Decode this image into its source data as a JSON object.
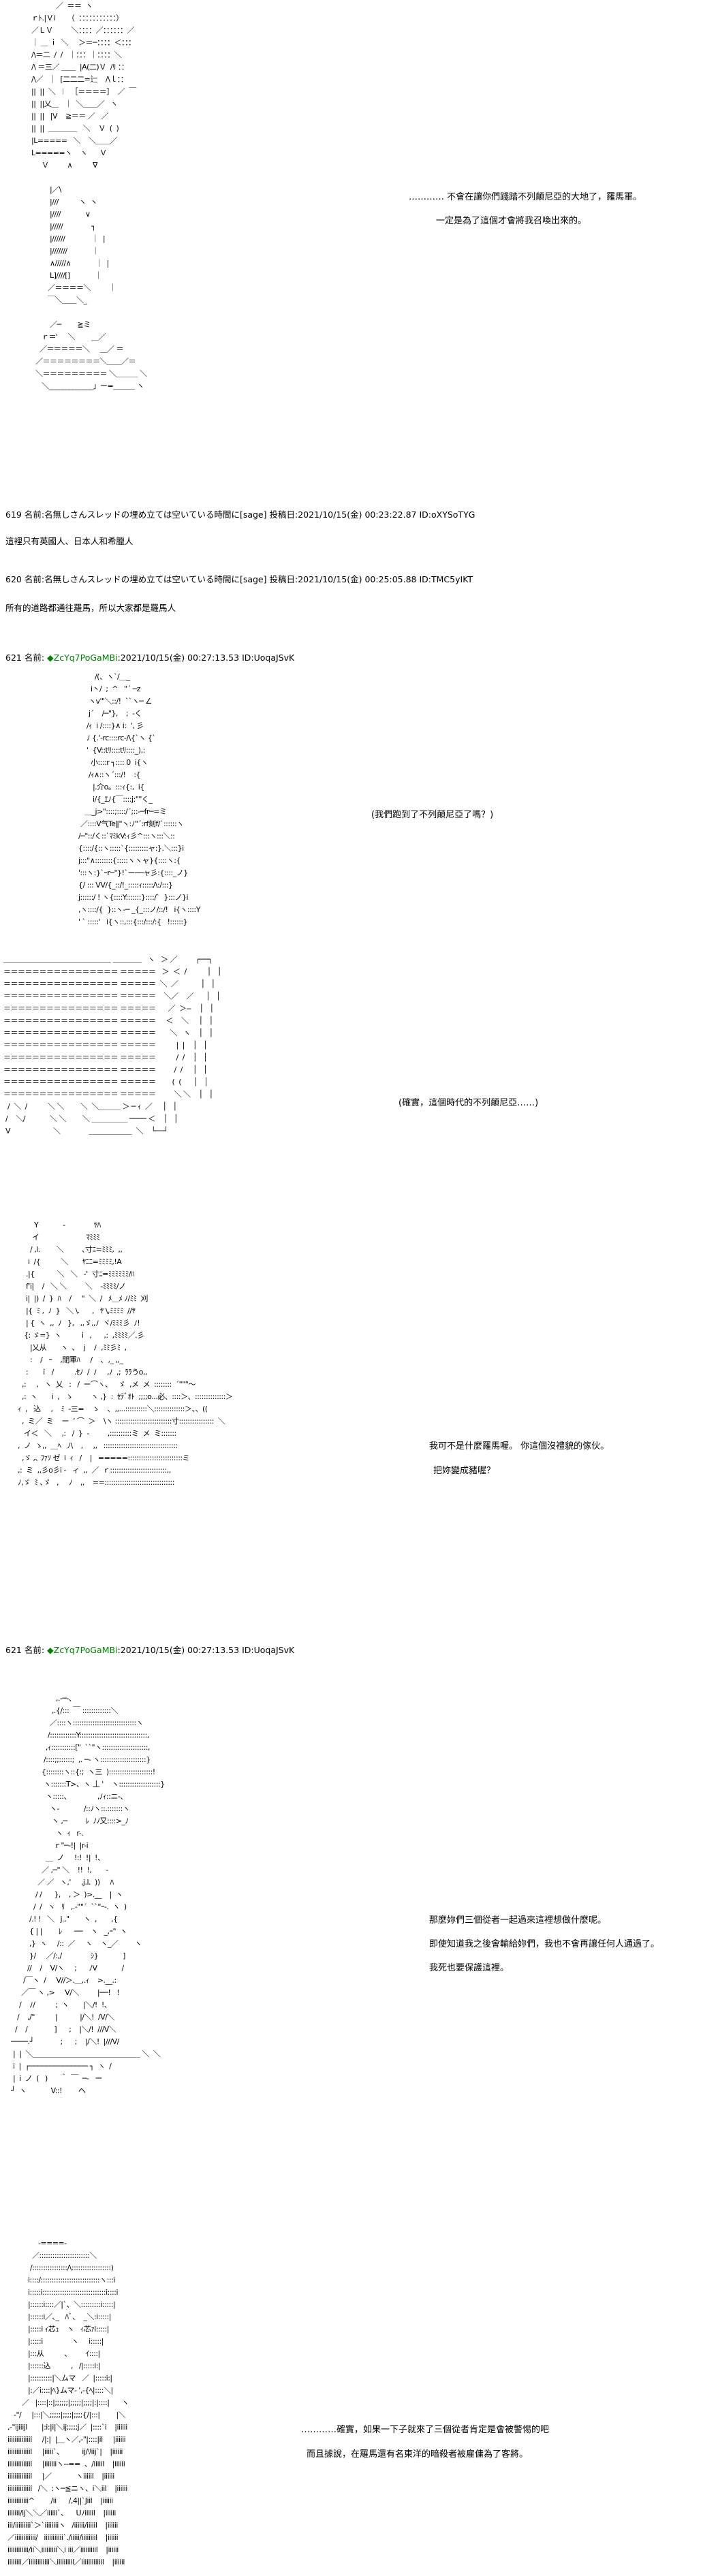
{
  "colors": {
    "trip": "#008000",
    "text": "#000000",
    "background": "#ffffff"
  },
  "aa": {
    "art1": [
      "              ／  ＝＝  ヽ",
      "  ｒﾄ.|Ｖi      （  ：：：：：：：：：：：）",
      "  ／ＬＶ         ＼：：：：／：：：：：：／",
      "  ｜ ＿ ｉ  ＼     ＞＝─：：：：＜：：：",
      "  /\\＝二  /  /   ｜：：：｜：：：：＼",
      "  /\\ ＝三／ ＿＿  |A(二)Ｖ  /ﾘ ：：",
      "  /\\／   ｜  [二二二=辷    /\\ｌ：：",
      "  ||  ||  ＼  ︱  ［＝＝＝＝］  ／  ￣",
      "  ||  ||乂＿   ｜  ＼＿＿／   ヽ",
      "  ||  ||   |V    ≧＝＝ ／   ／",
      "  ||  ||  ＿＿＿＿   ＼    Ｖ  (  )",
      "  |L=====   ＼    ＼＿＿／",
      "  L=====ヽ    ヽ      Ｖ",
      "       Ｖ         ∧          ∇",
      "",
      "           |／\\",
      "           |///          ヽ  ヽ",
      "           |////            ∨",
      "           |/////              ┐",
      "           |//////             ｜  |",
      "           |///////            ｜",
      "           ∧/////∧            ｜  |",
      "           L]////[]            ｜",
      "          ／＝＝＝＝＼         ｜",
      "          ￣＼＿＿＼_",
      "",
      "           ／─        ≧ミ",
      "       ｒ＝'     ＼        ＿／",
      "      ／＝＝＝＝＝＼     ＿／ ＝",
      "    ／＝＝＝＝＝＝＝＝＼＿＿／＝",
      "    ＼＝＝＝＝＝＝＝＝＝ ＼＿＿＿ ＼",
      "       ＼_____________」ー=＿＿＿ ヽ"
    ],
    "art2": [
      "             /(、ヽ`/＿_",
      "           i丶/  ;  ^   \"´ ─z",
      "          ヽv'\"＼::/!  ``ヽ─ ∠",
      "          j´    /─\"},    ;  -く",
      "         /ｨ  i /::::}∧ i:  ', 彡",
      "         ﾉ {.'-rc::::rc-/\\{`ヽ {`",
      "         '  {V::tﾘ::::tﾘ::::_),:",
      "           小::::r ┐:::: 0  i{ヽ",
      "          /ｨ∧::ヽ´:::/!    :{",
      "            |.介o。:::ｨ{:,  i{",
      "            i/{_ｴﾉ{￣::::j:\"\"く_",
      "        ＿_j>\"::::;::::/´;::-─fr─=ミ",
      "      ／::::V气Te‖\"ヽ:ﾉ\"´:rf刻f/`::::::ヽ",
      "     /─\"::/く::`ﾏﾐkV:ｨ彡^:::ヽ:::＼::",
      "     {::::/{::ヽ:::::`{:::::::::ャ:}.＼:::}i",
      "     j:::\"∧::::::::{:::::ヽヽャ}{::::ヽ:{",
      "     ':::ヽ:}`ｰr─\"}!`ー──ャ彡:{::::_ノ}",
      "     {/ ::: VV/{_::/!_:::::ｨ:::::/\\:/:::}",
      "     j::::::/ ! ヽ{::::Y:::::::}::::/`  }:::ノ}i",
      "     ,ヽ::::/{  }::ヽ-─ _{_:::ノ/::/!   i{ヽ::::Y",
      "     ' ` :::::'   i{ヽ::,:::{:::/:::/:{   !::::::}"
    ],
    "art3": [
      "＿＿＿＿＿＿＿＿＿＿＿＿＿＿＿ ＿＿＿＿   ヽ   ＞ ／         ┌──┐",
      "＝＝＝＝＝＝＝＝＝＝＝＝＝＝＝＝ ＝＝＝＝＝   ＞  ＜  /          │   │",
      "＝＝＝＝＝＝＝＝＝＝＝＝＝＝＝＝ ＝＝＝＝＝  ＼  ／           │   │",
      "＝＝＝＝＝＝＝＝＝＝＝＝＝＝＝＝ ＝＝＝＝＝    ＼／    ／      │   │",
      "＝＝＝＝＝＝＝＝＝＝＝＝＝＝＝＝ ＝＝＝＝＝      ／  ＞‐‐    │   │",
      "＝＝＝＝＝＝＝＝＝＝＝＝＝＝＝＝ ＝＝＝＝＝     ＜    ＼     │   │",
      "＝＝＝＝＝＝＝＝＝＝＝＝＝＝＝＝ ＝＝＝＝＝       ＼   ヽ    │   │",
      "＝＝＝＝＝＝＝＝＝＝＝＝＝＝＝＝ ＝＝＝＝＝          |  |    │   │",
      "＝＝＝＝＝＝＝＝＝＝＝＝＝＝＝＝ ＝＝＝＝＝          /  /    │   │",
      "＝＝＝＝＝＝＝＝＝＝＝＝＝＝＝＝ ＝＝＝＝＝         /  /     │   │",
      "＝＝＝＝＝＝＝＝＝＝＝＝＝＝＝＝ ＝＝＝＝＝        (  (      │   │",
      "＝＝＝＝＝＝＝＝＝＝＝＝＝＝＝＝ ＝＝＝＝＝         ＼ ＼    │   │",
      "  /  ＼  /          ＼ ＼        ＼  ＼＿＿＿ ＞ ─ ｨ  ／     │   │",
      " /    ＼/            ＼ ＼        ＼ ＿＿＿＿＿ ──── ＜    │   │",
      " V                     ＼              ＿＿＿＿＿＿  ＼    └──┘"
    ],
    "art4": [
      "          Y            ‐              ﾔﾊ",
      "         イ                       ﾏﾐﾐﾐ",
      "        / ,l.        ＼         ､寸ﾆ=ﾐﾐﾐ,  ,,",
      "       i  /{          ＼       ﾔﾆﾆ=ﾐﾐﾐﾐ,!A",
      "      .|{           ＼   ＼   ‐'  寸ﾆ=ﾐﾐﾐﾐﾐﾐ/ﾊ",
      "      f'i|    /   ＼ ＼         ＼    ‐ﾐﾐﾐﾐ/ノ",
      "      i|  |)  /  }  ﾊ    /     \"  ＼  /   ﾒ＿ﾒ ﾉ/ﾐﾐ  刈",
      "      |{  ﾐ ,  ﾉ  }   ＼ \\.      ,   ﾔ \\,ﾐﾐﾐﾐ  //ﾔ",
      "      | {  ヽ  ,,  ﾉ   },   ,,ゞ,,ﾉ  ヾ/ﾐﾐﾐ彡  ﾉ!",
      "     {: ゞ=}  ヽ          i   ,      ,:  ,ﾐﾐﾐﾐ／.彡",
      "        |乂从       ヽ  ､    j    ﾉ  ,ﾐﾐ彡ﾐ  ,",
      "        :    /   ｰ    ,閉軍ﾊ     /    ､  ,_ ,,_",
      "      :      ｉ  /          .ｾﾉ  /  ﾉ     ,ﾉ  ,;  ﾗﾗうo,,",
      "    ,:     ,   ヽ  乂   :   /  ー⌒ヽ、   ゞ  ,メ  メ  ::::::::  ´\"\"\"～",
      "    ,:  ヽ       i  ,   ゝ         ヽ ,}  :  ｾﾃﾞｵﾄ  ;;;;o...必、::::＞、::::::::::::::＞",
      "  ｨ  ,   込     ,    ﾐ  -三=    ゝ    ､  ,,...::::::::::＼::::::::::::::＞、、((",
      "    ,  ミ／  ミ    ー  ’ ⌒  ＞    \\ヽ ::::::::::::::::::::::::::寸::::::::::::::::  ＼",
      "     イ＜   ＼     ,:   /  }  -         ,::::::::::ミ  メ  ミ:::::::",
      "  ,  ノ  ゝ,,  ＿ﾍ   ﾉ\\    ,     ,,   ::::::::::::::::::::::::::::::::::",
      "    ,ゞ ,､ ﾌｧｿ ゼ  i  ｨ   /    |   =====:::::::::::::::::::::::::ミ",
      "  ,:  ミ  ,,彡o彡i ‐   ィ  ,,  ／  ｒ::::::::::::::::::::::::::,,",
      "  ﾉ,ゞ  ﾐ ､ゞ   ,     ﾉ    ,,    ==::::::::::::::::::::::::::::::::"
    ],
    "art5": [
      "                        ,.‐─-､",
      "                      ,.{/:::  ￣ :::::::::::::＼",
      "                     ／::::ヽ:::::::::::::::::::::::::::::ヽ",
      "                    /::::::::::::Y:::::::::::::::::::::::::::::::,",
      "                   ,ｨ:::::::::::[\"  ``\"ヽ:::::::::::::::::::::,",
      "                  /::::;;::::::;  ,. ─- ヽ:::::::::::::::::::::}",
      "                 {::::::::ヽ::{:;  ヽ三  )::::::::::::::::::::!",
      "                  ヽ:::::::T>、ヽ 丄 '    ヽ:::::::::::::::::::}",
      "                   ヽ:::::、             ,ﾉｨ::ニ-、",
      "                     ヽ-            /::ﾉヽ::.:::::::ヽ",
      "                      ヽ ,─         ﾚ  ﾉﾉ又::::>_ﾉ",
      "                        ヽ  ｨ   r-.",
      "                       ｒ\"─-!|  |r-i",
      "                   ＿  ノ     !:!  !|  !、",
      "                 ／ ,─\" ＼    !!  !,       ‐",
      "               ／ ／   ヽ,'     ,j.l.  ))     ﾊ",
      "              / /      },    , ＞  )>.__    |  ヽ",
      "             /  /   ヽ   ﾘ   ,.‐\"\"´  ``\"ｰ-.  ヽ  )",
      "           /.! !   ＼   j.,\"       ヽ  ,       ,{",
      "           { | |        ﾚ      ──    ヽ   _,ｰ\"  ヽ",
      "           ,}  ヽ     /::  ／     ヽ    ヽ_／        ヽ",
      "           }/     ／/:,/              ｼ}            ]",
      "          //    /    V/ヽ     ;      ﾉV            /",
      "        /￣ヽ  /     V//＞.＿,.ｨ    >.__.:",
      "       ／￣ ヽ ,>     V/＼         |──!   !",
      "      /    ﾉ/          ;  ヽ       |＼/!  !、",
      "     /    ,/\"          |           |/＼!  /V/＼",
      "    /    /             ]      ;    |＼/!  ///V＼",
      "  ────.┘             ;      ;    |/＼!  |///V/",
      "   |  |  ＼＿＿＿＿＿＿＿＿＿＿＿＿＿＿＿ ＼  ＼",
      "   i  |  ┌────────────── ┐  ヽ  /",
      "   |  i  ノ  (   )      ＾  ￣  ─-   ー",
      "  ┘  ヽ            V::!        ヘ"
    ],
    "art6": [
      "                 -====-",
      "              ／:::::::::::::::::::::::＼",
      "             /::::::::::::::::/\\::::::::::::::::::)",
      "            i::::/:::::::::::::::::::::::::::ヽ:::i",
      "            i:::::i:::::::::::::::::::::::::::::i::::i",
      "            |::::::i::::／|`、＼:::::::::i:::::|",
      "            |::::::i／､_   ﾊﾞ、  _＼:i:::::|",
      "            |:::::i ｨ芯ｭ    ヽ   ｨ芯ｧi:::::|",
      "            |:::::i              ヽ     i:::::|",
      "            |:::从          、       ｲ::::|",
      "            |::::::込          ,   /|:::::i:|",
      "            |::::::::::|＼ムマ   ／  |:::::i:|",
      "            |:／i::::|ﾍ}ムマ‐ ',-{ﾍ|::::＼|",
      "         ／   |::::|::|;;;;;;|;;;;;|;;;;|:|::::|      ヽ",
      "     ‐\"/     |:::|＼;;;;;|;;;;|;;;;{/|:::|        |＼",
      "  ,‐\"ijiiijl       |:i:|i|＼ij;;;;;j／  |::::`i    |iiiiii",
      "  iiiiiiiiiiiiil     /|:|  |＿ヽ／,‐\"|::::|il     |iiiiii",
      "  iiiiiiiiiiiiil     |iiiii`、         ij/ﾘiij`|    |iiiiii",
      "  iiiiiiiiiiiiil     |iiiiiiiヽ--==  、/iiiiil    |iiiiii",
      "  iiiiiiiiiiiiil     |／            ヽiiiiil    |iiiiii",
      "  iiiiiiiiiiiiil   /＼  :ヽ─≦ニヽ、i＼iil    |iiiiii",
      "  iiiiiiiiiiii^        /ii      /,4||`Jiil    |iiiiii",
      "  iiiiiii/ij＼＼／iiiiii`、    Uﾉiiiiil    |iiiiii",
      "  iii/iiiiiiiii`＞`iiiiiiiiヽ   /iiiiii/iiiiil    |iiiiii",
      "  ／iiiiiiiiiiii/   iiiiiiiiiii`./iiiii/iiiiiiiil    |iiiiii",
      "  iiiiiiiiiiii/ii＼iiiiiiiii＼i iii／iiiiiiiiil    |iiiiii",
      "  iiiiiiii／iiiiiiiiiiii＼iiiiiiiiil／iiiiiiiiiiiil    |iiiiii"
    ]
  },
  "dialogs": {
    "d1": [
      "………… 不會在讓你們踐踏不列顛尼亞的大地了，羅馬軍。",
      "一定是為了這個才會將我召喚出來的。"
    ],
    "d2": "(我們跑到了不列顛尼亞了嗎？)",
    "d3": "(確實，這個時代的不列顛尼亞……)",
    "d4": [
      "我可不是什麼羅馬喔。 你這個沒禮貌的傢伙。",
      "把妳變成豬喔？"
    ],
    "d5": [
      "那麼妳們三個從者一起過來這裡想做什麼呢。",
      "即使知道我之後會輸給妳們，我也不會再讓任何人通過了。",
      "我死也要保護這裡。"
    ],
    "d6": [
      "…………確實，如果一下子就來了三個從者肯定是會被警惕的吧",
      "而且據說，在羅馬還有名東洋的暗殺者被雇傭為了客將。"
    ]
  },
  "posts": {
    "p619": {
      "num": "619",
      "name_label": "名前:",
      "name": "名無しさんスレッドの埋め立ては空いている時間に[sage]",
      "date_label": "投稿日:",
      "date": "2021/10/15(金) 00:23:22.87",
      "id": "ID:oXYSoTYG",
      "body": "這裡只有英國人、日本人和希臘人"
    },
    "p620": {
      "num": "620",
      "name_label": "名前:",
      "name": "名無しさんスレッドの埋め立ては空いている時間に[sage]",
      "date_label": "投稿日:",
      "date": "2021/10/15(金) 00:25:05.88",
      "id": "ID:TMC5yIKT",
      "body": "所有的道路都通往羅馬，所以大家都是羅馬人"
    },
    "p621a": {
      "num": "621",
      "name_label": "名前:",
      "diamond": "◆",
      "trip": "ZcYq7PoGaMBi",
      "date": ":2021/10/15(金) 00:27:13.53",
      "id": "ID:UoqaJSvK"
    },
    "p621b": {
      "num": "621",
      "name_label": "名前:",
      "diamond": "◆",
      "trip": "ZcYq7PoGaMBi",
      "date": ":2021/10/15(金) 00:27:13.53",
      "id": "ID:UoqaJSvK"
    }
  }
}
